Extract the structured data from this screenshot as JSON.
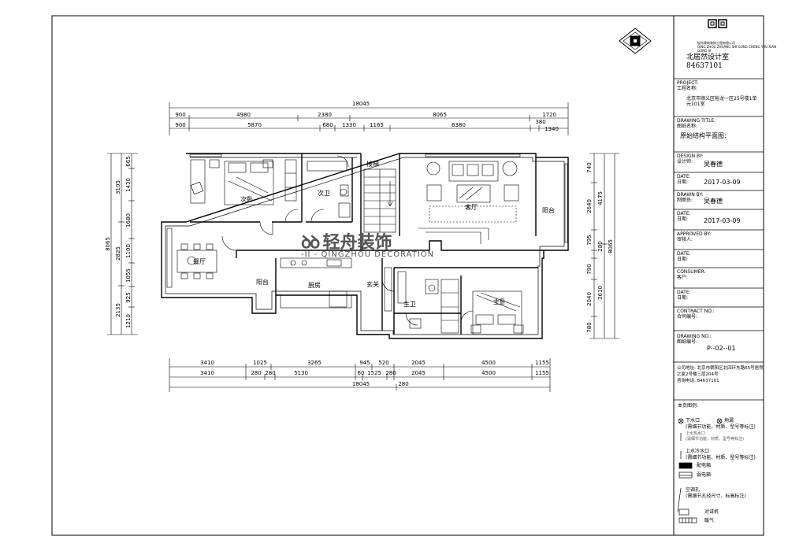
{
  "rooms": {
    "second_bedroom": "次卧",
    "second_bath": "次卫",
    "stairs": "楼梯",
    "living": "客厅",
    "balcony_right": "阳台",
    "dining": "餐厅",
    "balcony_left": "阳台",
    "kitchen": "厨房",
    "foyer": "玄关",
    "master_bath": "主卫",
    "master_bed": "主卧"
  },
  "dims": {
    "top_total": "18045",
    "top_row1": [
      "900",
      "4980",
      "2380",
      "8065",
      "1720"
    ],
    "top_row2": [
      "900",
      "5870",
      "680",
      "1330",
      "1165",
      "6380",
      "380",
      "1340"
    ],
    "left_outer": "8065",
    "left_col1": [
      "3105",
      "2825",
      "2135"
    ],
    "left_col2": [
      "665",
      "1430",
      "1680",
      "1100",
      "1055",
      "925",
      "1210"
    ],
    "right_col1": [
      "740",
      "2640",
      "795",
      "280",
      "790",
      "2040",
      "780"
    ],
    "right_col2": [
      "4175",
      "3610"
    ],
    "right_outer": "8065",
    "bottom_row1": [
      "3410",
      "1025",
      "3265",
      "945",
      "520",
      "2045",
      "4500",
      "1155"
    ],
    "bottom_row2": [
      "3410",
      "280",
      "280",
      "5130",
      "60",
      "1525",
      "280",
      "2045",
      "4500",
      "1155"
    ],
    "bottom_total": "18045",
    "bottom_extra": "280"
  },
  "watermark": {
    "logo": "ꝺꝺ",
    "cn": "轻舟装饰",
    "en": "-II - QINGZHOU DECORATION"
  },
  "title_block": {
    "company_small": "轻舟建筑装饰工程有限公司",
    "company_small_en": "QING ZHOU ZHUANG SHI GONG CHENG YOU XIAN GONG SI",
    "studio": "北居然设计室",
    "phone": "84637101",
    "project_label": "PROJECT:",
    "project_label_cn": "工程名称:",
    "project_value": "北京市顺义区裕龙一区25号楼1单元101室",
    "drawing_title_label": "DRAWING TITLE:",
    "drawing_title_label_cn": "图纸名称:",
    "drawing_title_value": "原始结构平面图:",
    "design_label": "DESIGN BY:",
    "design_label_cn": "设计师:",
    "design_value": "吴春德",
    "date_label": "DATE:",
    "date_label_cn": "日期:",
    "date_value": "2017-03-09",
    "drawn_label": "DRAWN BY:",
    "drawn_label_cn": "制图员:",
    "drawn_value": "吴春德",
    "date2_value": "2017-03-09",
    "approved_label": "APPROVED BY:",
    "approved_label_cn": "审核人:",
    "consumer_label": "CONSUMER:",
    "consumer_label_cn": "客户:",
    "contract_label": "CONTRACT NO.:",
    "contract_label_cn": "合同编号:",
    "drawing_no_label": "DRAWING NO.:",
    "drawing_no_label_cn": "图纸编号:",
    "drawing_no_value": "P--02--01",
    "address": "公司地址: 北京市朝阳区北四环东路65号居然之家2号楼三层204号",
    "tel": "咨询电话: 84637101"
  },
  "legend": {
    "title": "本页图例:",
    "drain": "下水口",
    "floor_drain": "地漏",
    "drain_note": "(需细节功能、材质、型号等标注)",
    "hot_water": "上水热水口",
    "hot_note": "(需细节功能、材质、型号等标注)",
    "cold_water": "上水冷水口",
    "cold_note": "(需细节功能、材质、型号等标注)",
    "dist_box": "配电箱",
    "weak_box": "弱电箱",
    "ac_hole": "空调孔",
    "ac_note": "(需细节孔径尺寸、标高标注)",
    "intercom": "对讲机",
    "heating": "暖气"
  }
}
